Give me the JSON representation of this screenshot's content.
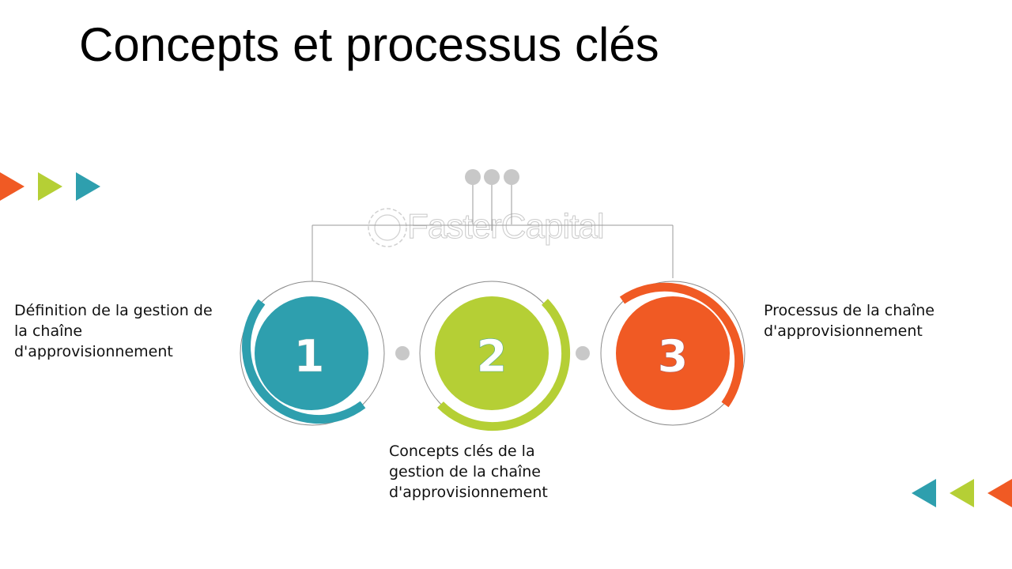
{
  "slide": {
    "title": "Concepts et processus clés",
    "watermark": "FasterCapital"
  },
  "colors": {
    "teal": "#2e9fae",
    "green": "#b5cf35",
    "orange": "#f05a24",
    "connector_gray": "#c8c8c8",
    "line_gray": "#9a9a9a"
  },
  "steps": [
    {
      "number": "1",
      "color": "#2e9fae",
      "label_lines": [
        "Définition de la gestion de",
        "la chaîne",
        "d'approvisionnement"
      ]
    },
    {
      "number": "2",
      "color": "#b5cf35",
      "label_lines": [
        "Concepts clés de la",
        "gestion de la chaîne",
        "d'approvisionnement"
      ]
    },
    {
      "number": "3",
      "color": "#f05a24",
      "label_lines": [
        "Processus de la chaîne",
        "d'approvisionnement"
      ]
    }
  ],
  "decorations": {
    "top_left_arrows": [
      "#f05a24",
      "#b5cf35",
      "#2e9fae"
    ],
    "bottom_right_arrows": [
      "#2e9fae",
      "#b5cf35",
      "#f05a24"
    ]
  }
}
